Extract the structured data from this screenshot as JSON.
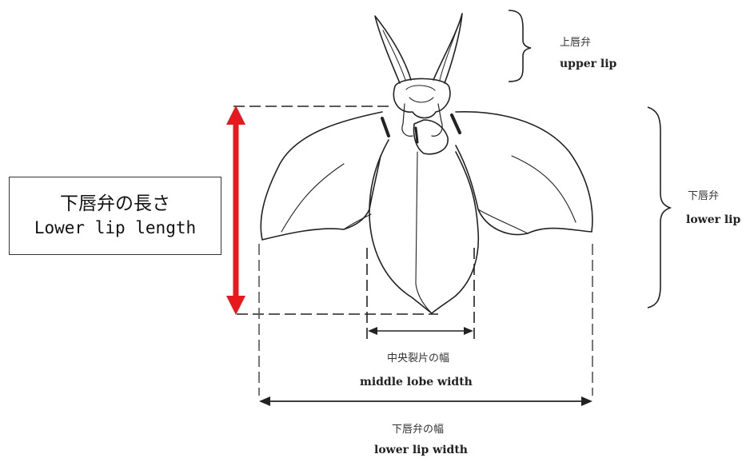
{
  "labels": {
    "upper_lip_jp": "上唇弁",
    "upper_lip_en": "upper lip",
    "lower_lip_jp": "下唇弁",
    "lower_lip_en": "lower lip",
    "length_jp": "下唇弁の長さ",
    "length_en": "Lower lip length",
    "middle_lobe_jp": "中央裂片の幅",
    "middle_lobe_en": "middle lobe width",
    "lip_width_jp": "下唇弁の幅",
    "lip_width_en": "lower lip width"
  },
  "colors": {
    "length_arrow": "#e8191d",
    "line": "#222222",
    "guide": "#555555"
  }
}
